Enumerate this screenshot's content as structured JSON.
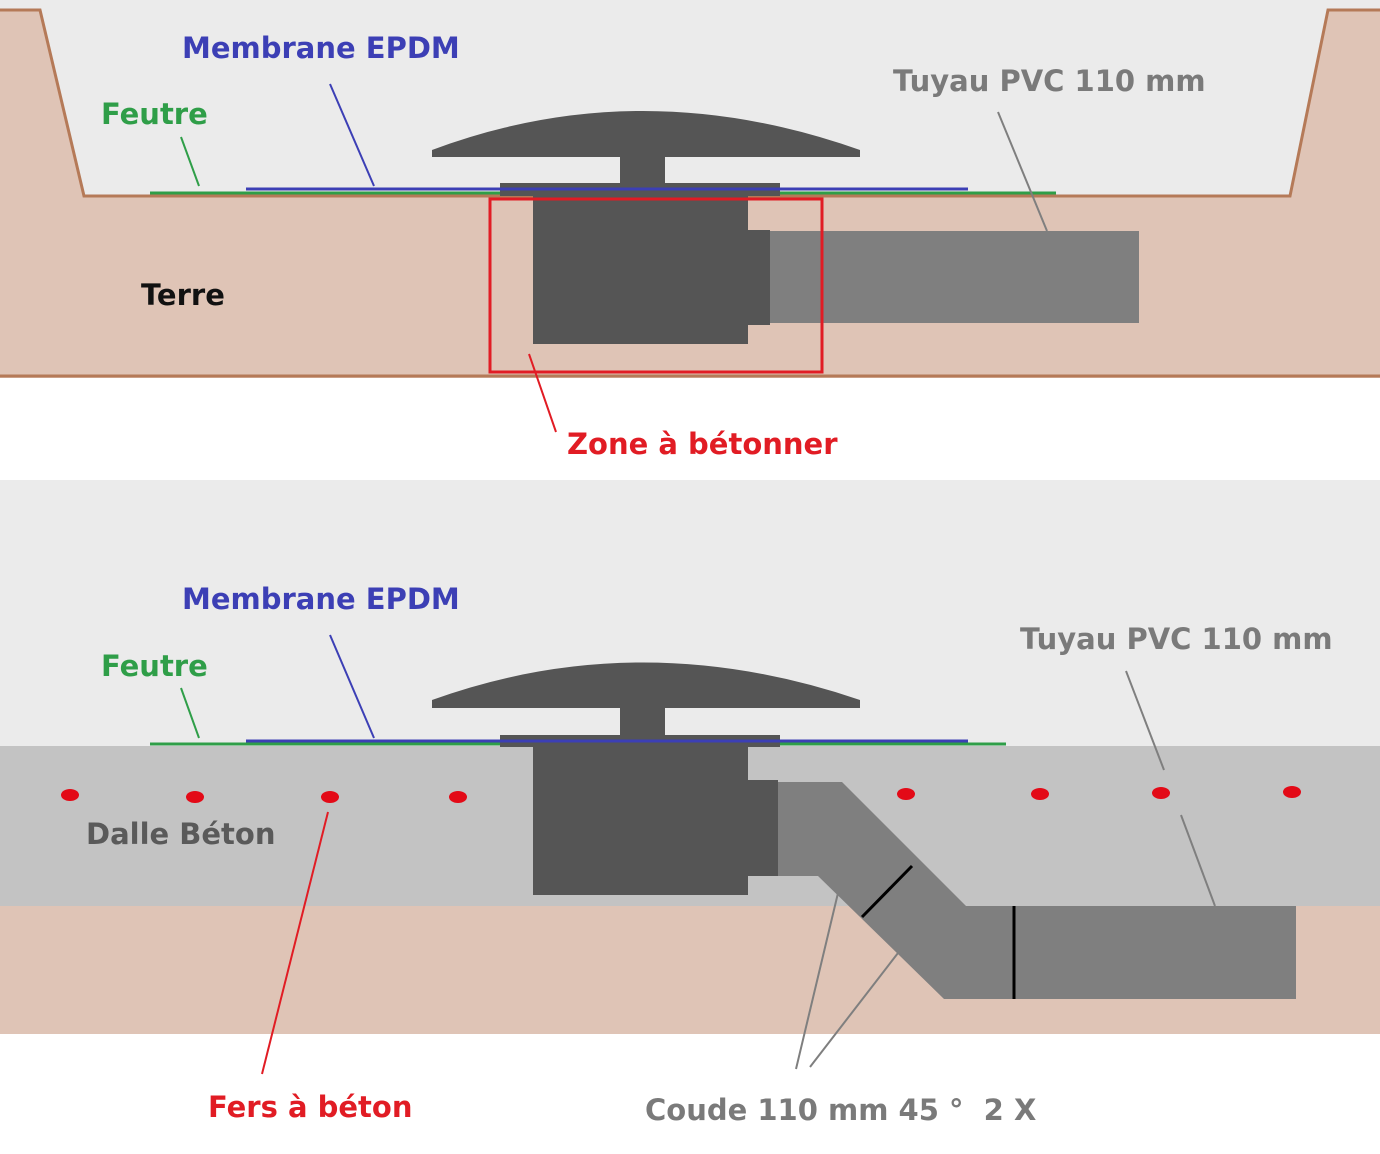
{
  "colors": {
    "background_top": "#ebebeb",
    "soil": "#dfc4b6",
    "soil_edge": "#b57a58",
    "slab": "#c3c3c3",
    "drain": "#555555",
    "pipe": "#7f7f7f",
    "membrane": "#3c3fb5",
    "felt": "#2f9e48",
    "zone": "#e11c24",
    "rebar": "#e30a17",
    "label_dark": "#5a5a5a",
    "label_gray": "#7a7a7a",
    "leader_gray": "#7f7f7f"
  },
  "top": {
    "membrane_label": "Membrane EPDM",
    "felt_label": "Feutre",
    "pipe_label": "Tuyau PVC 110 mm",
    "soil_label": "Terre",
    "zone_label": "Zone à bétonner"
  },
  "bottom": {
    "membrane_label": "Membrane EPDM",
    "felt_label": "Feutre",
    "pipe_label": "Tuyau PVC 110 mm",
    "slab_label": "Dalle Béton",
    "rebar_label": "Fers à béton",
    "elbow_label": "Coude 110 mm 45 °  2 X"
  }
}
